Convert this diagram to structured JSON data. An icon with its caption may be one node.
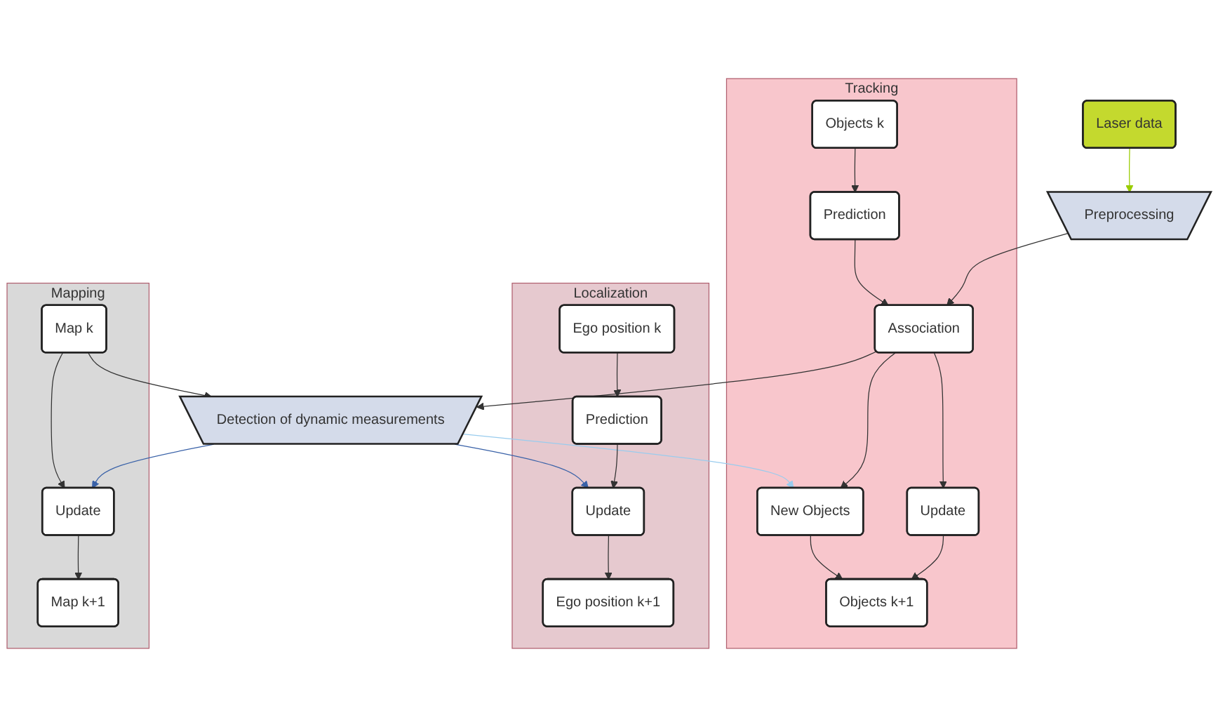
{
  "diagram": {
    "nodes": [
      {
        "text": [
          "Laser data"
        ]
      },
      {
        "text": [
          "Preprocessing"
        ]
      },
      {
        "text": [
          "Tracking"
        ]
      },
      {
        "text": [
          "Objects k"
        ],
        "in": 2
      },
      {
        "text": [
          "Prediction"
        ],
        "in": 2
      },
      {
        "text": [
          "Association"
        ],
        "in": 2
      },
      {
        "text": [
          "Update"
        ],
        "in": 2
      },
      {
        "text": [
          "New Objects"
        ],
        "in": 2
      },
      {
        "text": [
          "Objects k+1"
        ],
        "in": 2
      },
      {
        "text": [
          "Detection of dynamic measurements"
        ]
      },
      {
        "text": [
          "Localization"
        ]
      },
      {
        "text": [
          "Ego position k"
        ],
        "in": 10
      },
      {
        "text": [
          "Prediction"
        ],
        "in": 10
      },
      {
        "text": [
          "Update"
        ],
        "in": 10
      },
      {
        "text": [
          "Ego position k+1"
        ],
        "in": 10
      },
      {
        "text": [
          "Mapping"
        ]
      },
      {
        "text": [
          "Map k"
        ],
        "in": 15
      },
      {
        "text": [
          "Update"
        ],
        "in": 15
      },
      {
        "text": [
          "Map k+1"
        ],
        "in": 15
      }
    ],
    "edges": [
      {
        "from": 0,
        "to": 1,
        "arrow": "to",
        "color": "#99cc00"
      },
      {
        "from": 1,
        "to": 5,
        "arrow": "to"
      },
      {
        "from": 3,
        "to": 4,
        "arrow": "to"
      },
      {
        "from": 4,
        "to": 5,
        "arrow": "to"
      },
      {
        "from": 5,
        "to": 6,
        "arrow": "to"
      },
      {
        "from": 5,
        "to": 7,
        "arrow": "to"
      },
      {
        "from": 6,
        "to": 8,
        "arrow": "to"
      },
      {
        "from": 7,
        "to": 8,
        "arrow": "to"
      },
      {
        "from": 5,
        "to": 9,
        "arrow": "to"
      },
      {
        "from": 9,
        "to": 7,
        "arrow": "to",
        "color": "#99ccee"
      },
      {
        "from": 11,
        "to": 12,
        "arrow": "to"
      },
      {
        "from": 12,
        "to": 13,
        "arrow": "to"
      },
      {
        "from": 9,
        "to": 13,
        "arrow": "to",
        "color": "#3a62a8"
      },
      {
        "from": 13,
        "to": 14,
        "arrow": "to"
      },
      {
        "from": 16,
        "to": 9,
        "arrow": "to"
      },
      {
        "from": 9,
        "to": 17,
        "arrow": "to",
        "color": "#3a62a8"
      },
      {
        "from": 16,
        "to": 17,
        "arrow": "to"
      },
      {
        "from": 17,
        "to": 18,
        "arrow": "to"
      }
    ]
  }
}
